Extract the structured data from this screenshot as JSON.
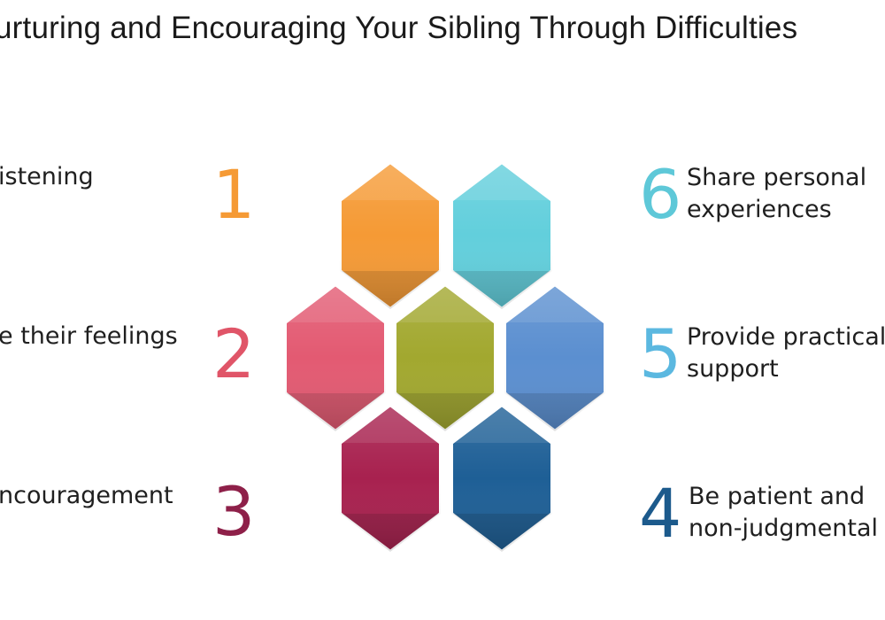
{
  "title": "urturing and Encouraging Your Sibling Through Difficulties",
  "colors": {
    "orange": "#f59a35",
    "cyan": "#62cfdc",
    "pink": "#e35a72",
    "olive": "#a2a82f",
    "blue": "#5b8fd0",
    "maroon": "#a8214f",
    "navy": "#1e5f96"
  },
  "steps": [
    {
      "number": "1",
      "lines": [
        "istening"
      ],
      "color": "#f59a35"
    },
    {
      "number": "2",
      "lines": [
        "e their feelings"
      ],
      "color": "#e05568"
    },
    {
      "number": "3",
      "lines": [
        "ncouragement"
      ],
      "color": "#8e2049"
    },
    {
      "number": "4",
      "lines": [
        "Be patient and",
        "non-judgmental"
      ],
      "color": "#1c5a8c"
    },
    {
      "number": "5",
      "lines": [
        "Provide practical",
        "support"
      ],
      "color": "#5bb8e0"
    },
    {
      "number": "6",
      "lines": [
        "Share personal",
        "experiences"
      ],
      "color": "#5ec8d8"
    }
  ]
}
